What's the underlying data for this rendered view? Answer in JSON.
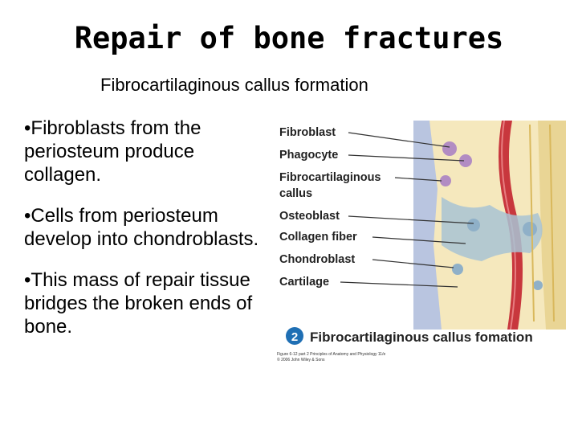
{
  "slide": {
    "title": "Repair of bone fractures",
    "subtitle": "Fibrocartilaginous callus formation"
  },
  "bullets": [
    "Fibroblasts from the periosteum produce collagen.",
    "Cells from periosteum develop into chondroblasts.",
    "This mass of repair tissue bridges the broken ends of bone."
  ],
  "bullet_marker": "•",
  "figure": {
    "labels": [
      "Fibroblast",
      "Phagocyte",
      "Fibrocartilaginous",
      "callus",
      "Osteoblast",
      "Collagen fiber",
      "Chondroblast",
      "Cartilage"
    ],
    "step_number": "2",
    "caption": "Fibrocartilaginous callus fomation",
    "credit_line1": "Figure 6-12 part 2 Principles of Anatomy and Physiology 11/e",
    "credit_line2": "© 2006 John Wiley & Sons"
  },
  "colors": {
    "bone": "#f3e3b0",
    "vessel": "#c8373d",
    "callus": "#a8c3d4",
    "step_badge": "#1f6fb4"
  }
}
